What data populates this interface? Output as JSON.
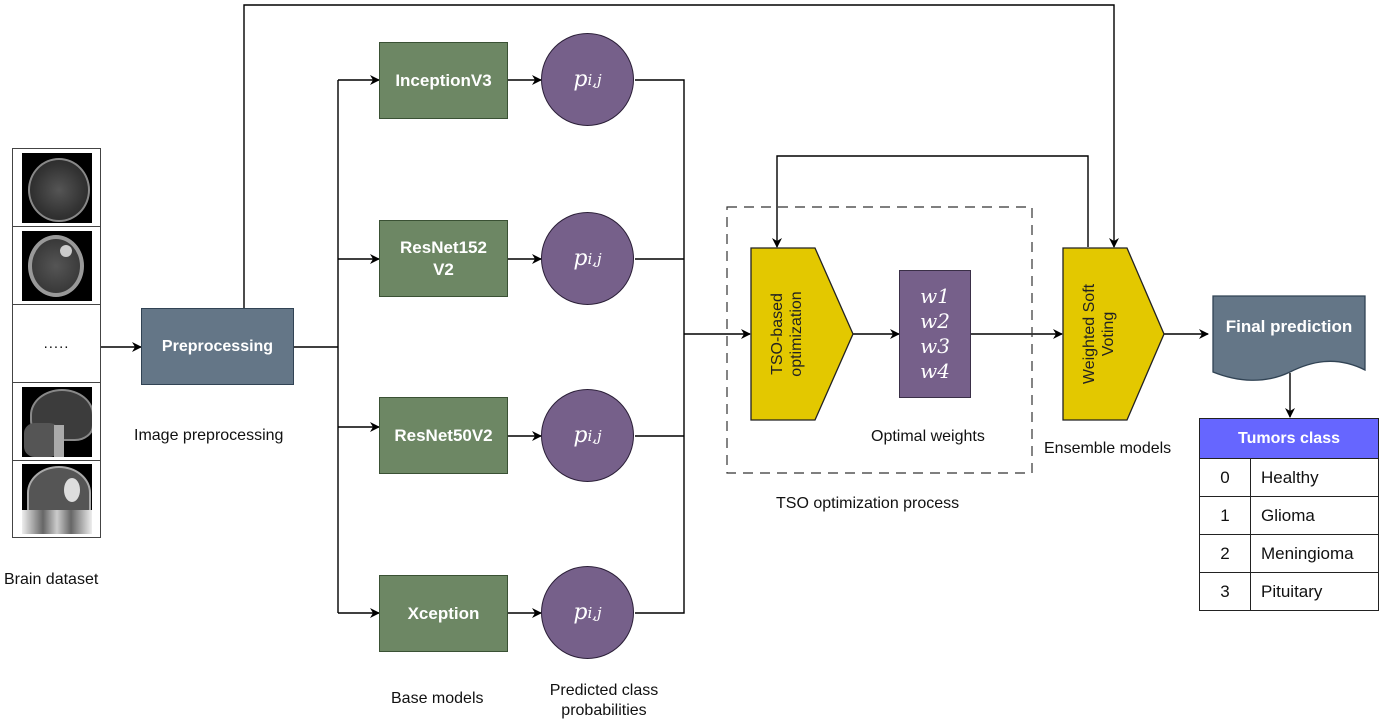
{
  "dataset": {
    "label": "Brain dataset",
    "ellipsis": ".....",
    "images": [
      "axial-mri-healthy",
      "axial-mri-tumor",
      "sagittal-mri",
      "coronal-mri-tumor"
    ]
  },
  "preprocessing": {
    "box_label": "Preprocessing",
    "caption": "Image preprocessing"
  },
  "base_models": {
    "caption": "Base models",
    "items": [
      {
        "name": "InceptionV3"
      },
      {
        "name": "ResNet152 V2"
      },
      {
        "name": "ResNet50V2"
      },
      {
        "name": "Xception"
      }
    ]
  },
  "probabilities": {
    "caption": "Predicted class probabilities",
    "symbol": "p",
    "subscript": "i,j"
  },
  "tso": {
    "box_label": "TSO-based optimization",
    "group_caption": "TSO optimization process",
    "weights_caption": "Optimal weights",
    "weights": [
      "w1",
      "w2",
      "w3",
      "w4"
    ]
  },
  "ensemble": {
    "box_label": "Weighted Soft Voting",
    "caption": "Ensemble models"
  },
  "final": {
    "label": "Final prediction"
  },
  "tumors_table": {
    "header": "Tumors class",
    "rows": [
      {
        "id": "0",
        "name": "Healthy"
      },
      {
        "id": "1",
        "name": "Glioma"
      },
      {
        "id": "2",
        "name": "Meningioma"
      },
      {
        "id": "3",
        "name": "Pituitary"
      }
    ]
  },
  "colors": {
    "model_green": "#6d8764",
    "prob_purple": "#76608a",
    "slate": "#647687",
    "optimizer_yellow": "#e3c800",
    "table_header": "#6666ff"
  }
}
